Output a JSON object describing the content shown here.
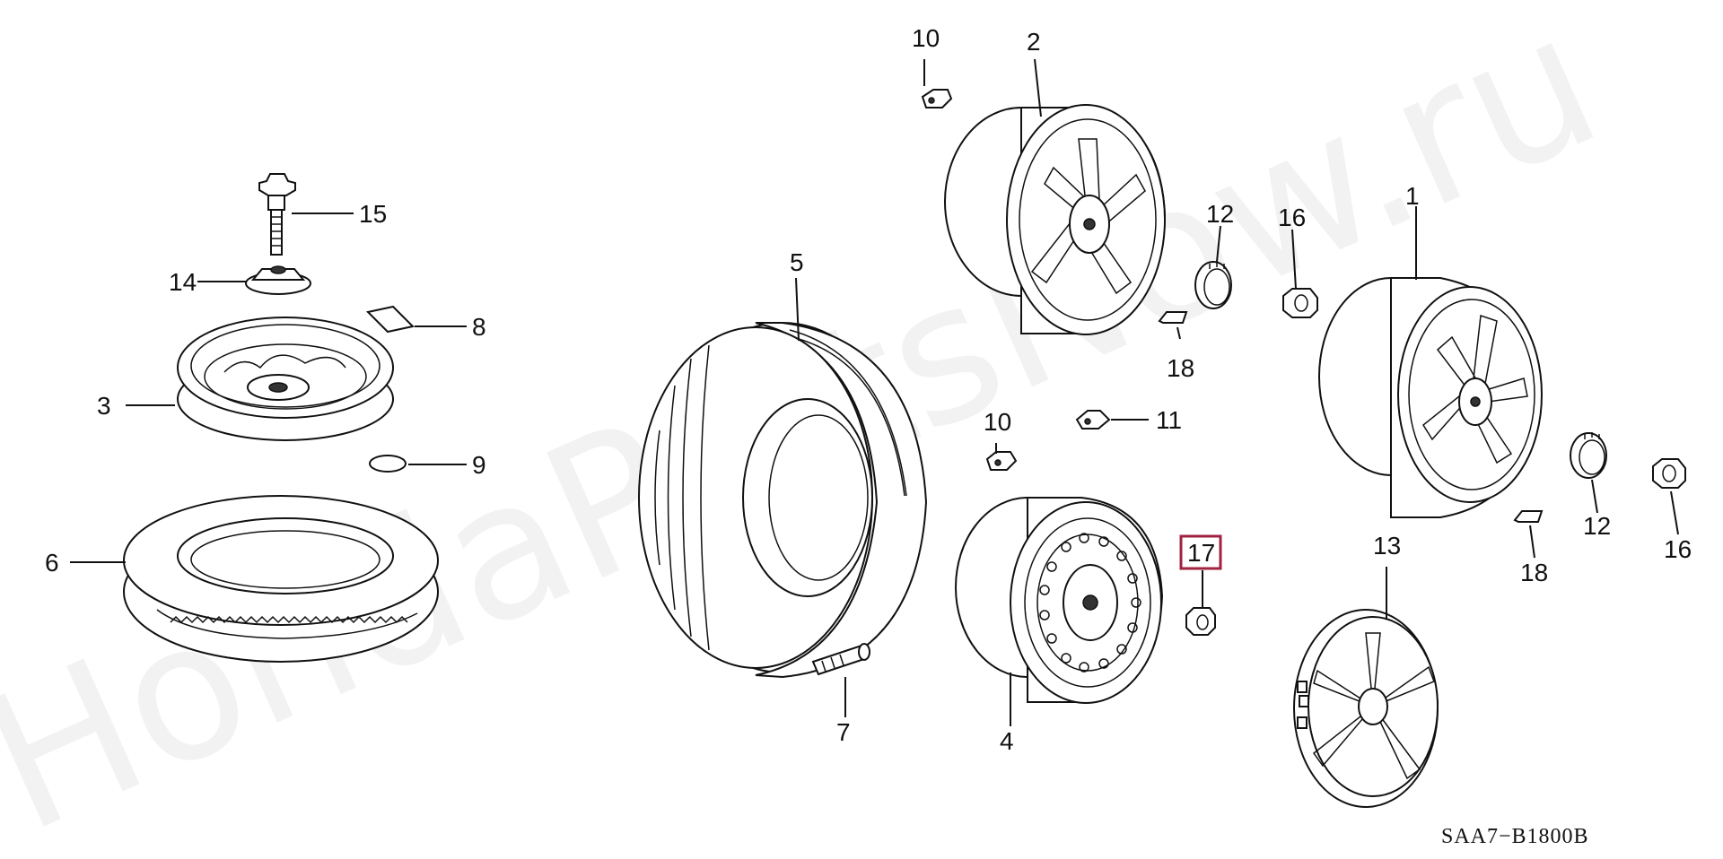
{
  "watermark": "HondaPartsNow.ru",
  "diagram_code": "SAA7−B1800B",
  "highlighted_callout": "17",
  "highlight_color": "#a0223f",
  "callouts": {
    "c1": "1",
    "c2": "2",
    "c3": "3",
    "c4": "4",
    "c5": "5",
    "c6": "6",
    "c7": "7",
    "c8": "8",
    "c9": "9",
    "c10a": "10",
    "c10b": "10",
    "c11": "11",
    "c12a": "12",
    "c12b": "12",
    "c13": "13",
    "c14": "14",
    "c15": "15",
    "c16a": "16",
    "c16b": "16",
    "c17": "17",
    "c18a": "18",
    "c18b": "18"
  }
}
